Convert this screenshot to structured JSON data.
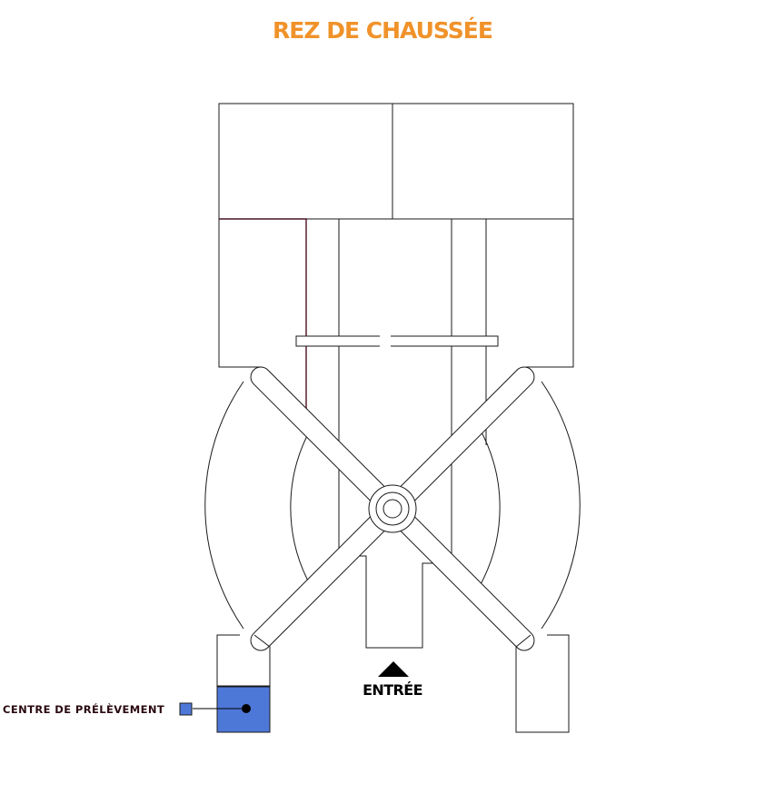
{
  "page": {
    "title": "REZ DE CHAUSSÉE"
  },
  "plan": {
    "entry_label": "ENTRÉE"
  },
  "legend": {
    "items": [
      {
        "label": "CENTRE DE PRÉLÈVEMENT",
        "color": "#4e78d8"
      }
    ]
  },
  "colors": {
    "title": "#f0922a",
    "highlight_room": "#4e78d8",
    "highlight_wall": "#4a1020",
    "legend_text": "#2a0a10",
    "walls": "#1a1a1a",
    "marker": "#000000"
  }
}
